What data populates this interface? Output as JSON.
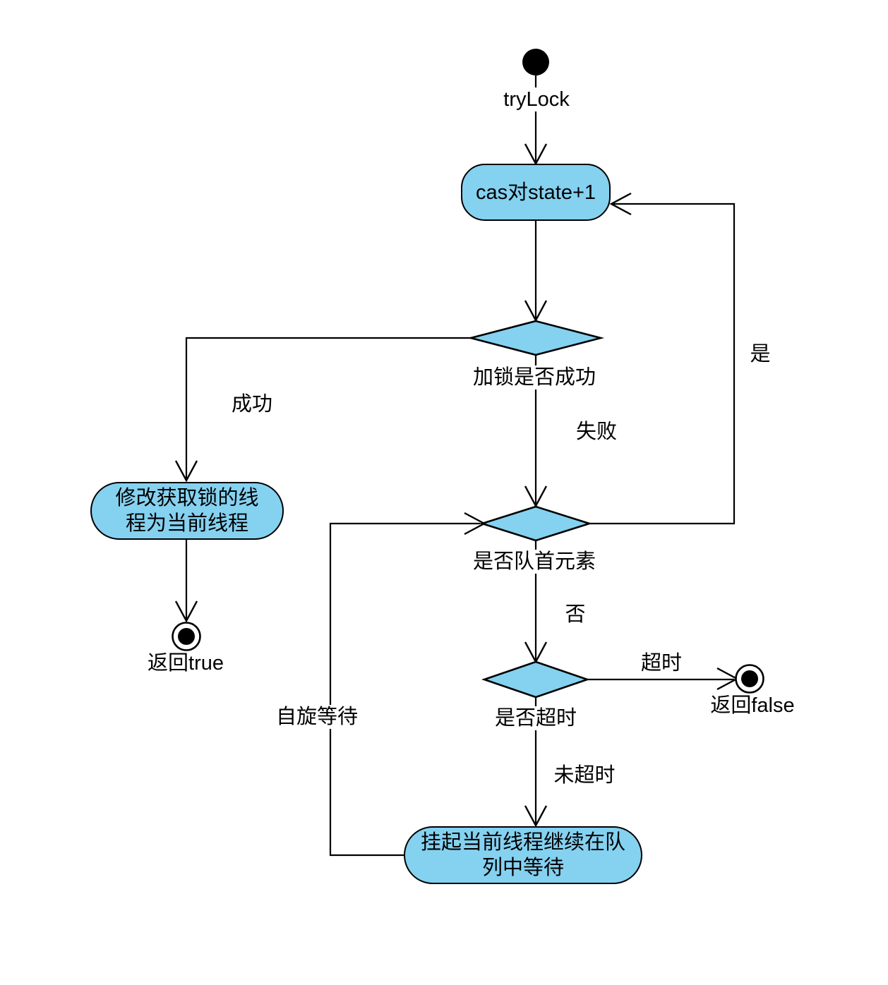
{
  "colors": {
    "node_fill": "#85D1F0",
    "stroke": "#000000",
    "background": "#FFFFFF",
    "text": "#000000"
  },
  "start": {
    "label": "tryLock"
  },
  "actions": {
    "cas": "cas对state+1",
    "modify": "修改获取锁的线\n程为当前线程",
    "suspend": "挂起当前线程继续在队\n列中等待"
  },
  "decisions": {
    "lock_acquired": "加锁是否成功",
    "is_queue_head": "是否队首元素",
    "is_timeout": "是否超时"
  },
  "edge_labels": {
    "success": "成功",
    "fail": "失败",
    "yes": "是",
    "no": "否",
    "timeout": "超时",
    "not_timeout": "未超时",
    "spin_wait": "自旋等待"
  },
  "terminals": {
    "return_true": "返回true",
    "return_false": "返回false"
  }
}
